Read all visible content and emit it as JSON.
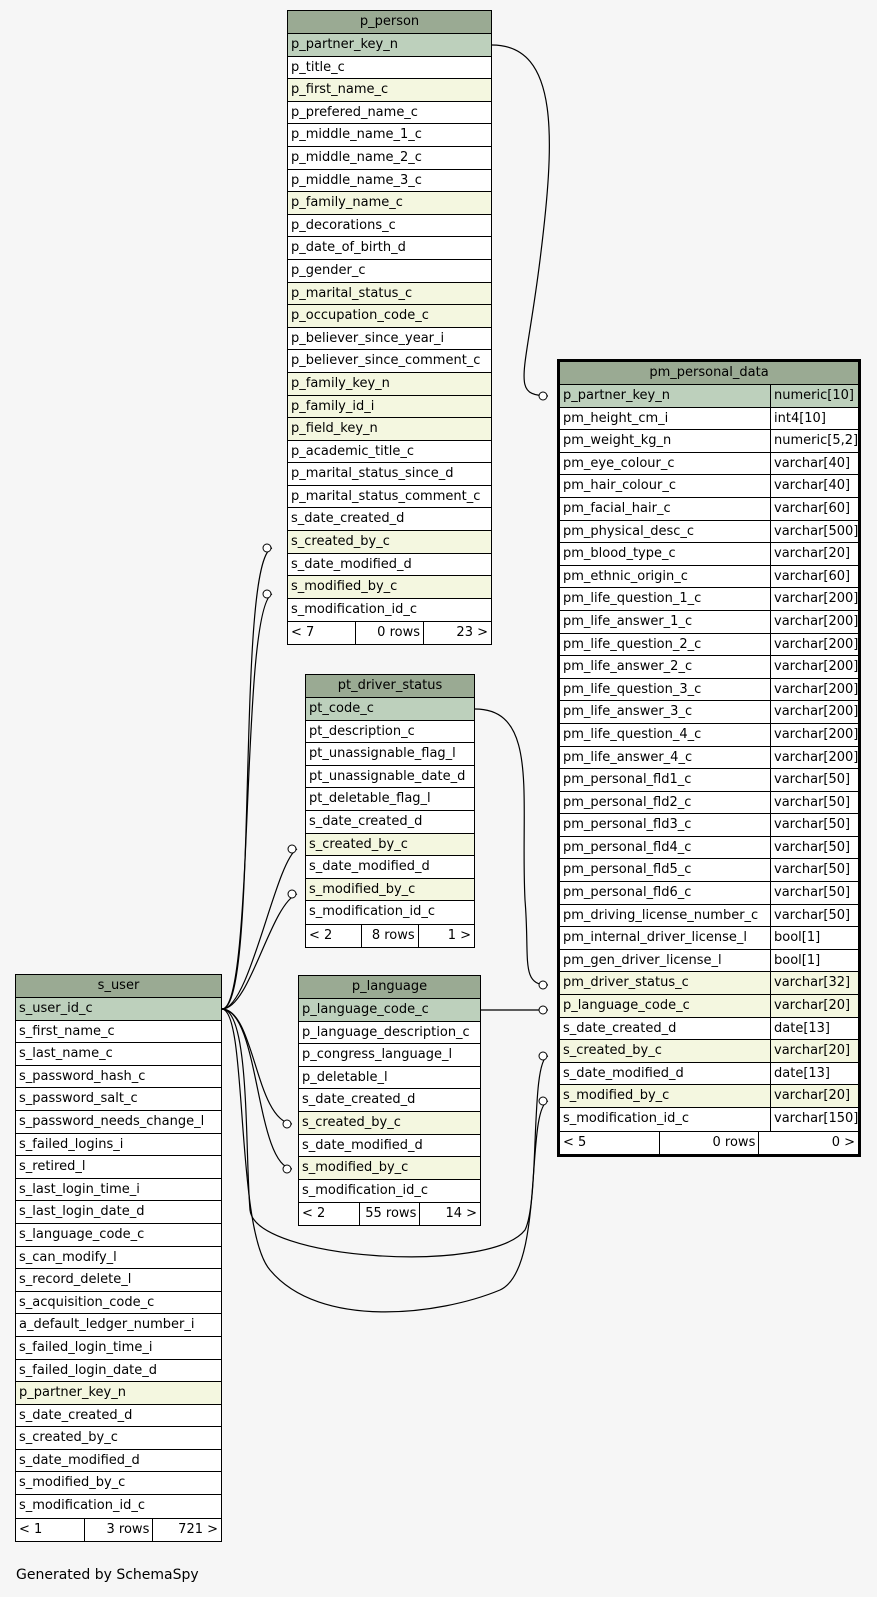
{
  "tables": [
    {
      "id": "p_person",
      "name": "p_person",
      "columns": [
        {
          "name": "p_partner_key_n",
          "kind": "pk"
        },
        {
          "name": "p_title_c",
          "kind": ""
        },
        {
          "name": "p_first_name_c",
          "kind": "fk"
        },
        {
          "name": "p_prefered_name_c",
          "kind": ""
        },
        {
          "name": "p_middle_name_1_c",
          "kind": ""
        },
        {
          "name": "p_middle_name_2_c",
          "kind": ""
        },
        {
          "name": "p_middle_name_3_c",
          "kind": ""
        },
        {
          "name": "p_family_name_c",
          "kind": "fk"
        },
        {
          "name": "p_decorations_c",
          "kind": ""
        },
        {
          "name": "p_date_of_birth_d",
          "kind": ""
        },
        {
          "name": "p_gender_c",
          "kind": ""
        },
        {
          "name": "p_marital_status_c",
          "kind": "fk"
        },
        {
          "name": "p_occupation_code_c",
          "kind": "fk"
        },
        {
          "name": "p_believer_since_year_i",
          "kind": ""
        },
        {
          "name": "p_believer_since_comment_c",
          "kind": ""
        },
        {
          "name": "p_family_key_n",
          "kind": "fk"
        },
        {
          "name": "p_family_id_i",
          "kind": "fk"
        },
        {
          "name": "p_field_key_n",
          "kind": "fk"
        },
        {
          "name": "p_academic_title_c",
          "kind": ""
        },
        {
          "name": "p_marital_status_since_d",
          "kind": ""
        },
        {
          "name": "p_marital_status_comment_c",
          "kind": ""
        },
        {
          "name": "s_date_created_d",
          "kind": ""
        },
        {
          "name": "s_created_by_c",
          "kind": "fk"
        },
        {
          "name": "s_date_modified_d",
          "kind": ""
        },
        {
          "name": "s_modified_by_c",
          "kind": "fk"
        },
        {
          "name": "s_modification_id_c",
          "kind": ""
        }
      ],
      "footer": [
        "< 7",
        "0 rows",
        "23 >"
      ]
    },
    {
      "id": "pt_driver_status",
      "name": "pt_driver_status",
      "columns": [
        {
          "name": "pt_code_c",
          "kind": "pk"
        },
        {
          "name": "pt_description_c",
          "kind": ""
        },
        {
          "name": "pt_unassignable_flag_l",
          "kind": ""
        },
        {
          "name": "pt_unassignable_date_d",
          "kind": ""
        },
        {
          "name": "pt_deletable_flag_l",
          "kind": ""
        },
        {
          "name": "s_date_created_d",
          "kind": ""
        },
        {
          "name": "s_created_by_c",
          "kind": "fk"
        },
        {
          "name": "s_date_modified_d",
          "kind": ""
        },
        {
          "name": "s_modified_by_c",
          "kind": "fk"
        },
        {
          "name": "s_modification_id_c",
          "kind": ""
        }
      ],
      "footer": [
        "< 2",
        "8 rows",
        "1 >"
      ]
    },
    {
      "id": "p_language",
      "name": "p_language",
      "columns": [
        {
          "name": "p_language_code_c",
          "kind": "pk"
        },
        {
          "name": "p_language_description_c",
          "kind": ""
        },
        {
          "name": "p_congress_language_l",
          "kind": ""
        },
        {
          "name": "p_deletable_l",
          "kind": ""
        },
        {
          "name": "s_date_created_d",
          "kind": ""
        },
        {
          "name": "s_created_by_c",
          "kind": "fk"
        },
        {
          "name": "s_date_modified_d",
          "kind": ""
        },
        {
          "name": "s_modified_by_c",
          "kind": "fk"
        },
        {
          "name": "s_modification_id_c",
          "kind": ""
        }
      ],
      "footer": [
        "< 2",
        "55 rows",
        "14 >"
      ]
    },
    {
      "id": "s_user",
      "name": "s_user",
      "columns": [
        {
          "name": "s_user_id_c",
          "kind": "pk"
        },
        {
          "name": "s_first_name_c",
          "kind": ""
        },
        {
          "name": "s_last_name_c",
          "kind": ""
        },
        {
          "name": "s_password_hash_c",
          "kind": ""
        },
        {
          "name": "s_password_salt_c",
          "kind": ""
        },
        {
          "name": "s_password_needs_change_l",
          "kind": ""
        },
        {
          "name": "s_failed_logins_i",
          "kind": ""
        },
        {
          "name": "s_retired_l",
          "kind": ""
        },
        {
          "name": "s_last_login_time_i",
          "kind": ""
        },
        {
          "name": "s_last_login_date_d",
          "kind": ""
        },
        {
          "name": "s_language_code_c",
          "kind": ""
        },
        {
          "name": "s_can_modify_l",
          "kind": ""
        },
        {
          "name": "s_record_delete_l",
          "kind": ""
        },
        {
          "name": "s_acquisition_code_c",
          "kind": ""
        },
        {
          "name": "a_default_ledger_number_i",
          "kind": ""
        },
        {
          "name": "s_failed_login_time_i",
          "kind": ""
        },
        {
          "name": "s_failed_login_date_d",
          "kind": ""
        },
        {
          "name": "p_partner_key_n",
          "kind": "fk"
        },
        {
          "name": "s_date_created_d",
          "kind": ""
        },
        {
          "name": "s_created_by_c",
          "kind": ""
        },
        {
          "name": "s_date_modified_d",
          "kind": ""
        },
        {
          "name": "s_modified_by_c",
          "kind": ""
        },
        {
          "name": "s_modification_id_c",
          "kind": ""
        }
      ],
      "footer": [
        "< 1",
        "3 rows",
        "721 >"
      ]
    },
    {
      "id": "pm_personal_data",
      "name": "pm_personal_data",
      "selected": true,
      "columns": [
        {
          "name": "p_partner_key_n",
          "type": "numeric[10]",
          "kind": "pk"
        },
        {
          "name": "pm_height_cm_i",
          "type": "int4[10]",
          "kind": ""
        },
        {
          "name": "pm_weight_kg_n",
          "type": "numeric[5,2]",
          "kind": ""
        },
        {
          "name": "pm_eye_colour_c",
          "type": "varchar[40]",
          "kind": ""
        },
        {
          "name": "pm_hair_colour_c",
          "type": "varchar[40]",
          "kind": ""
        },
        {
          "name": "pm_facial_hair_c",
          "type": "varchar[60]",
          "kind": ""
        },
        {
          "name": "pm_physical_desc_c",
          "type": "varchar[500]",
          "kind": ""
        },
        {
          "name": "pm_blood_type_c",
          "type": "varchar[20]",
          "kind": ""
        },
        {
          "name": "pm_ethnic_origin_c",
          "type": "varchar[60]",
          "kind": ""
        },
        {
          "name": "pm_life_question_1_c",
          "type": "varchar[200]",
          "kind": ""
        },
        {
          "name": "pm_life_answer_1_c",
          "type": "varchar[200]",
          "kind": ""
        },
        {
          "name": "pm_life_question_2_c",
          "type": "varchar[200]",
          "kind": ""
        },
        {
          "name": "pm_life_answer_2_c",
          "type": "varchar[200]",
          "kind": ""
        },
        {
          "name": "pm_life_question_3_c",
          "type": "varchar[200]",
          "kind": ""
        },
        {
          "name": "pm_life_answer_3_c",
          "type": "varchar[200]",
          "kind": ""
        },
        {
          "name": "pm_life_question_4_c",
          "type": "varchar[200]",
          "kind": ""
        },
        {
          "name": "pm_life_answer_4_c",
          "type": "varchar[200]",
          "kind": ""
        },
        {
          "name": "pm_personal_fld1_c",
          "type": "varchar[50]",
          "kind": ""
        },
        {
          "name": "pm_personal_fld2_c",
          "type": "varchar[50]",
          "kind": ""
        },
        {
          "name": "pm_personal_fld3_c",
          "type": "varchar[50]",
          "kind": ""
        },
        {
          "name": "pm_personal_fld4_c",
          "type": "varchar[50]",
          "kind": ""
        },
        {
          "name": "pm_personal_fld5_c",
          "type": "varchar[50]",
          "kind": ""
        },
        {
          "name": "pm_personal_fld6_c",
          "type": "varchar[50]",
          "kind": ""
        },
        {
          "name": "pm_driving_license_number_c",
          "type": "varchar[50]",
          "kind": ""
        },
        {
          "name": "pm_internal_driver_license_l",
          "type": "bool[1]",
          "kind": ""
        },
        {
          "name": "pm_gen_driver_license_l",
          "type": "bool[1]",
          "kind": ""
        },
        {
          "name": "pm_driver_status_c",
          "type": "varchar[32]",
          "kind": "fk"
        },
        {
          "name": "p_language_code_c",
          "type": "varchar[20]",
          "kind": "fk"
        },
        {
          "name": "s_date_created_d",
          "type": "date[13]",
          "kind": ""
        },
        {
          "name": "s_created_by_c",
          "type": "varchar[20]",
          "kind": "fk"
        },
        {
          "name": "s_date_modified_d",
          "type": "date[13]",
          "kind": ""
        },
        {
          "name": "s_modified_by_c",
          "type": "varchar[20]",
          "kind": "fk"
        },
        {
          "name": "s_modification_id_c",
          "type": "varchar[150]",
          "kind": ""
        }
      ],
      "footer": [
        "< 5",
        "0 rows",
        "0 >"
      ]
    }
  ],
  "colors": {
    "header": "#9aaa93",
    "primary_key": "#bdd0bc",
    "foreign_key": "#f4f7e0",
    "background": "#f6f6f6"
  },
  "footer_text": "Generated by SchemaSpy"
}
